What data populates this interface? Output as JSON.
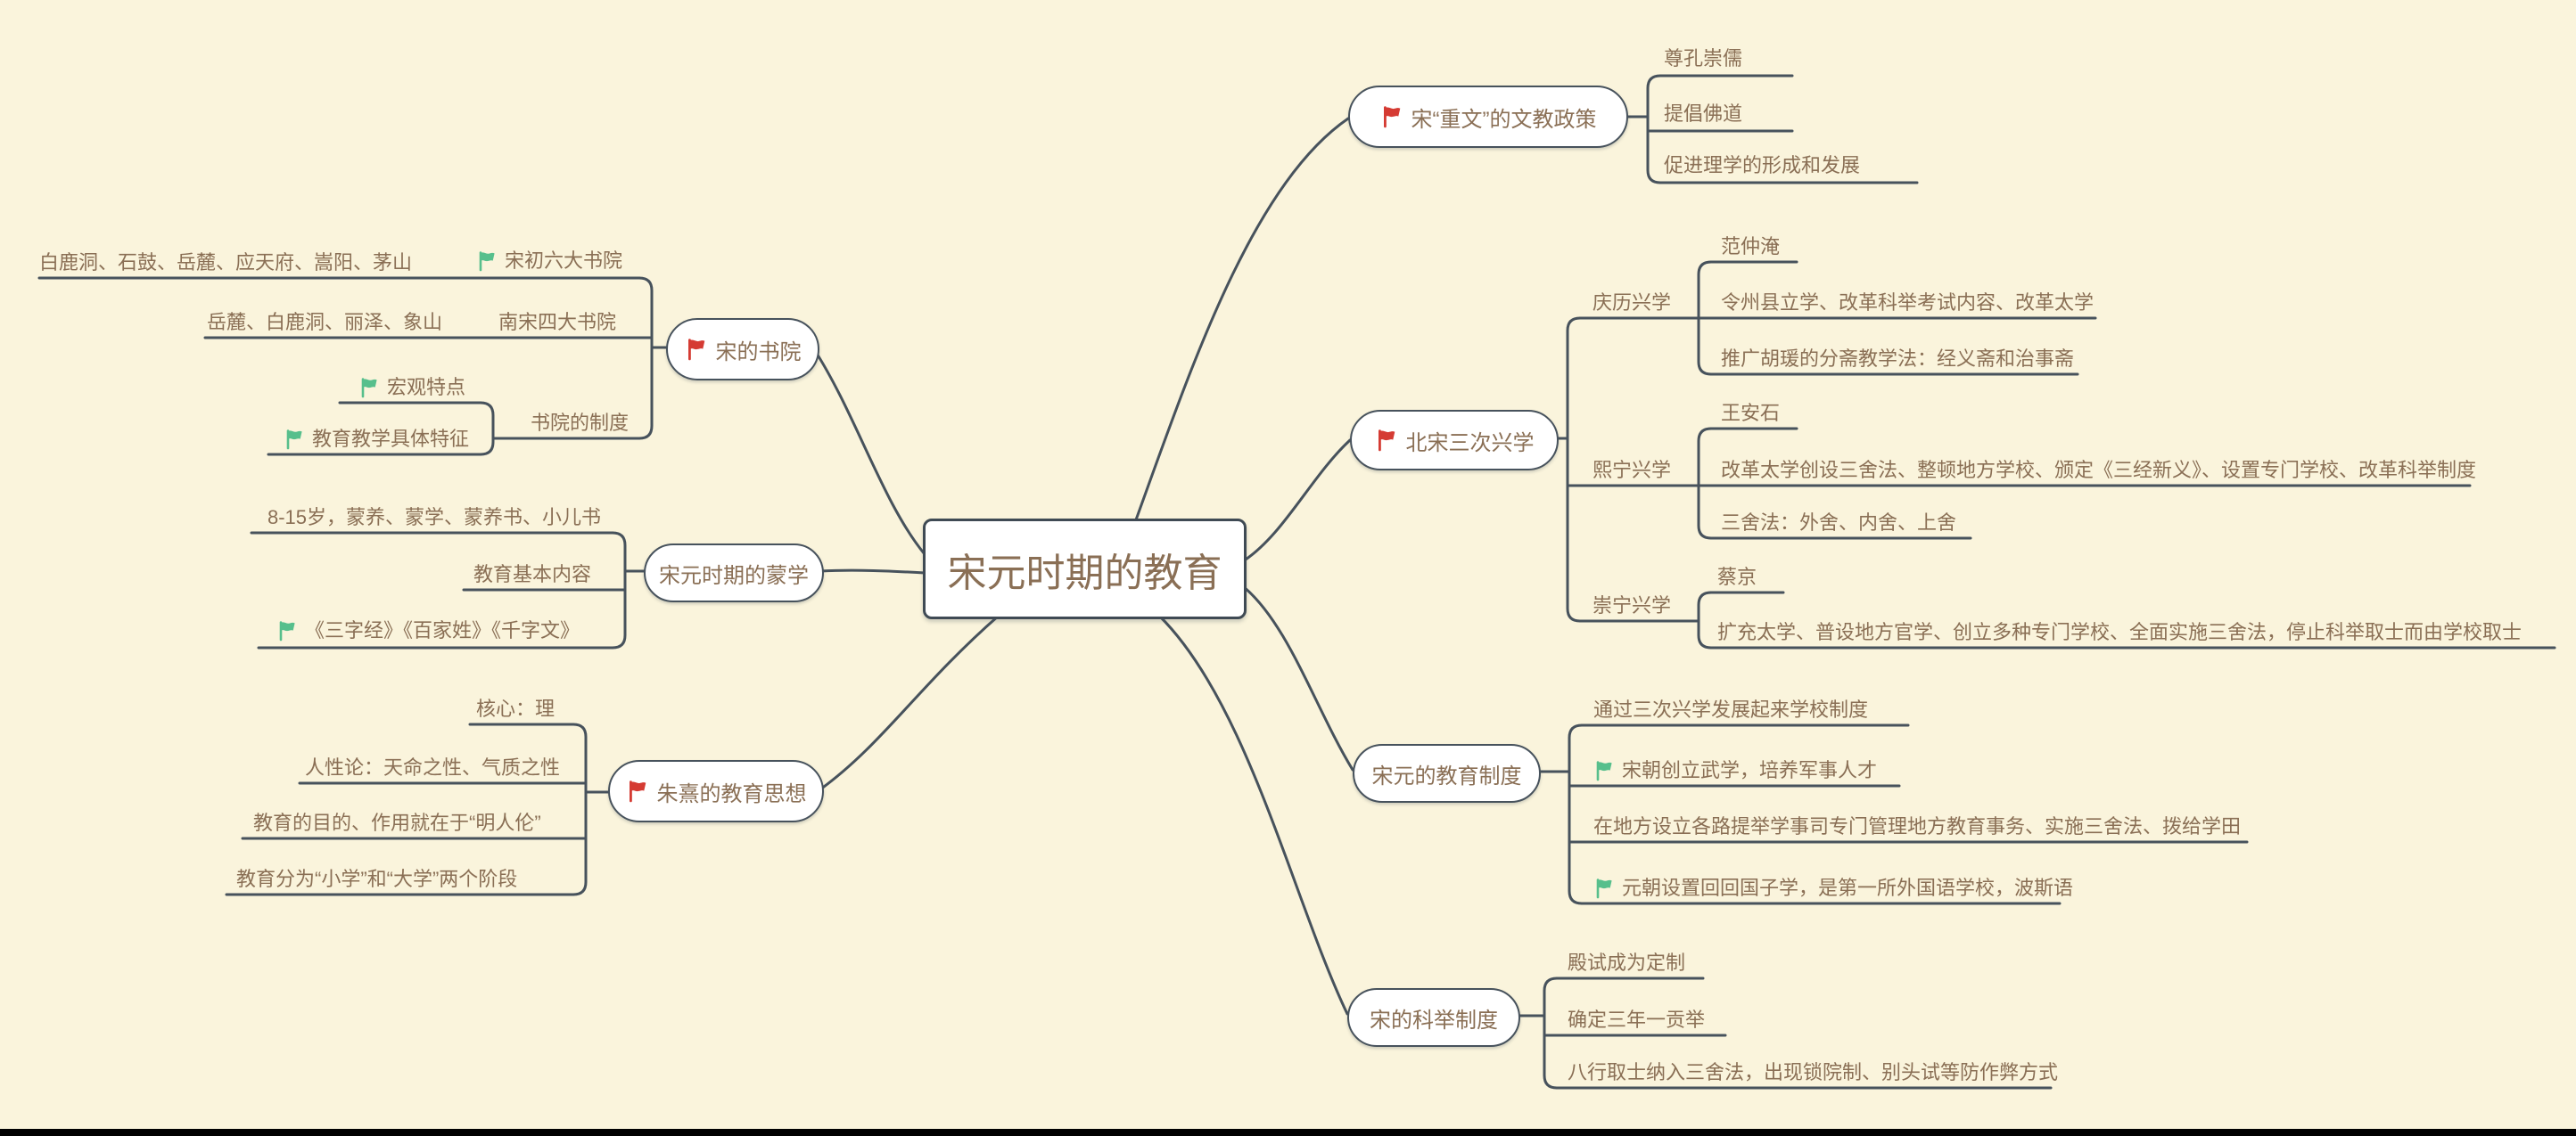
{
  "title": "宋元时期的教育",
  "colors": {
    "background": "#faf4dc",
    "line": "#47525c",
    "text": "#8a6f55",
    "node_fill": "#ffffff",
    "red_flag": "#d53b33",
    "green_flag": "#57bf8c"
  },
  "branches": {
    "wenjiao": {
      "label": "宋“重文”的文教政策",
      "flag": "red",
      "children": {
        "c1": {
          "label": "尊孔崇儒"
        },
        "c2": {
          "label": "提倡佛道"
        },
        "c3": {
          "label": "促进理学的形成和发展"
        }
      }
    },
    "sanci": {
      "label": "北宋三次兴学",
      "flag": "red",
      "children": {
        "qingli": {
          "label": "庆历兴学",
          "children": {
            "person": {
              "label": "范仲淹"
            },
            "c1": {
              "label": "令州县立学、改革科举考试内容、改革太学"
            },
            "c2": {
              "label": "推广胡瑗的分斋教学法：经义斋和治事斋"
            }
          }
        },
        "xining": {
          "label": "熙宁兴学",
          "children": {
            "person": {
              "label": "王安石"
            },
            "c1": {
              "label": "改革太学创设三舍法、整顿地方学校、颁定《三经新义》、设置专门学校、改革科举制度"
            },
            "c2": {
              "label": "三舍法：外舍、内舍、上舍"
            }
          }
        },
        "chongning": {
          "label": "崇宁兴学",
          "children": {
            "person": {
              "label": "蔡京"
            },
            "c1": {
              "label": "扩充太学、普设地方官学、创立多种专门学校、全面实施三舍法，停止科举取士而由学校取士"
            }
          }
        }
      }
    },
    "jiaoyuzhidu": {
      "label": "宋元的教育制度",
      "children": {
        "c1": {
          "label": "通过三次兴学发展起来学校制度"
        },
        "c2": {
          "label": "宋朝创立武学，培养军事人才",
          "flag": "green"
        },
        "c3": {
          "label": "在地方设立各路提举学事司专门管理地方教育事务、实施三舍法、拨给学田"
        },
        "c4": {
          "label": "元朝设置回回国子学，是第一所外国语学校，波斯语",
          "flag": "green"
        }
      }
    },
    "keju": {
      "label": "宋的科举制度",
      "children": {
        "c1": {
          "label": "殿试成为定制"
        },
        "c2": {
          "label": "确定三年一贡举"
        },
        "c3": {
          "label": "八行取士纳入三舍法，出现锁院制、别头试等防作弊方式"
        }
      }
    },
    "shuyuan": {
      "label": "宋的书院",
      "flag": "red",
      "children": {
        "liuda": {
          "label": "宋初六大书院",
          "flag": "green",
          "children": {
            "c1": {
              "label": "白鹿洞、石鼓、岳麓、应天府、嵩阳、茅山"
            }
          }
        },
        "sida": {
          "label": "南宋四大书院",
          "children": {
            "c1": {
              "label": "岳麓、白鹿洞、丽泽、象山"
            }
          }
        },
        "zhidu": {
          "label": "书院的制度",
          "children": {
            "c1": {
              "label": "宏观特点",
              "flag": "green"
            },
            "c2": {
              "label": "教育教学具体特征",
              "flag": "green"
            }
          }
        }
      }
    },
    "mengxue": {
      "label": "宋元时期的蒙学",
      "children": {
        "neirong": {
          "label": "教育基本内容",
          "children": {
            "c1": {
              "label": "8-15岁，蒙养、蒙学、蒙养书、小儿书"
            },
            "c2": {
              "label": "《三字经》《百家姓》《千字文》",
              "flag": "green"
            }
          }
        }
      }
    },
    "zhuxi": {
      "label": "朱熹的教育思想",
      "flag": "red",
      "children": {
        "c1": {
          "label": "核心：理"
        },
        "c2": {
          "label": "人性论：天命之性、气质之性"
        },
        "c3": {
          "label": "教育的目的、作用就在于“明人伦”"
        },
        "c4": {
          "label": "教育分为“小学”和“大学”两个阶段"
        }
      }
    }
  }
}
